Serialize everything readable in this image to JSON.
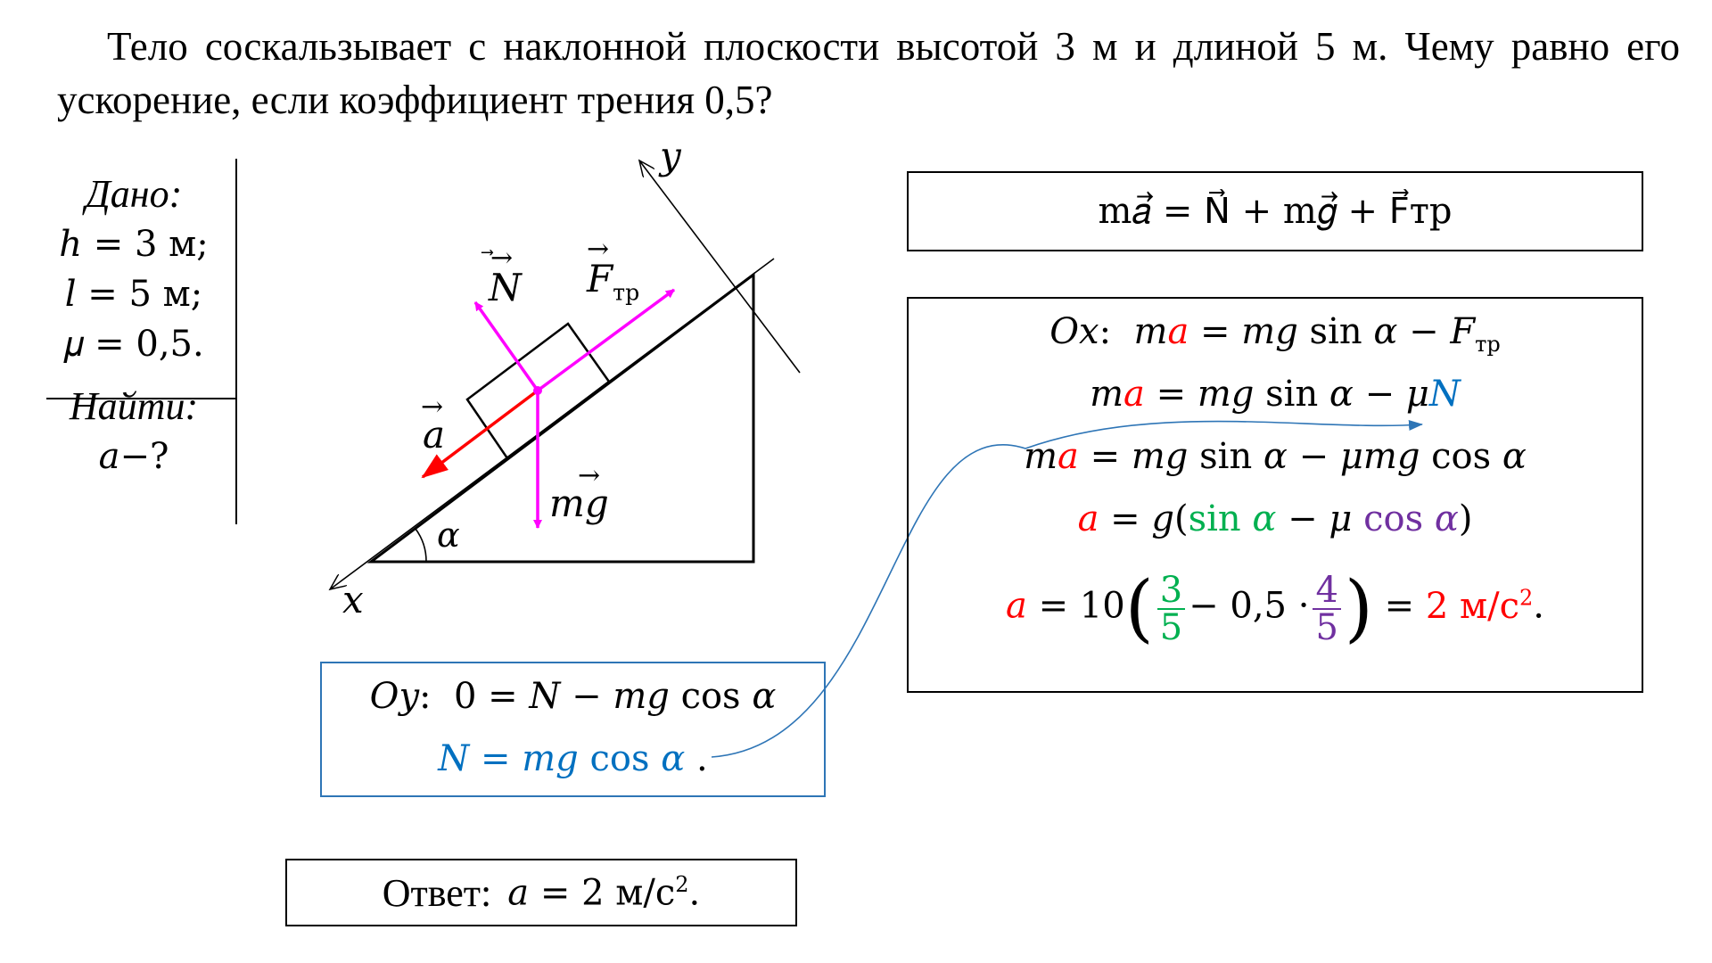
{
  "problem": {
    "text": "Тело соскальзывает с наклонной плоскости высотой 3 м и длиной 5 м. Чему равно его ускорение, если коэффициент трения 0,5?"
  },
  "given": {
    "header": "Дано:",
    "h": "ℎ = 3 м;",
    "l": "𝑙 = 5 м;",
    "mu": "𝜇 = 0,5.",
    "find_header": "Найти:",
    "find": "𝑎−?"
  },
  "diagram": {
    "axis_x": "𝑥",
    "axis_y": "𝑦",
    "angle": "𝛼",
    "label_N": "N",
    "label_F": "F",
    "label_F_sub": "тр",
    "label_a": "a",
    "label_mg": "mg"
  },
  "main_equation": {
    "text": "m𝑎⃗ = N⃗ + m𝑔⃗ + F⃗тр"
  },
  "ox_box": {
    "line1": "𝑂𝑥: 𝑚𝑎 = 𝑚𝑔 sin 𝛼 − 𝐹тр",
    "line2": "𝑚𝑎 = 𝑚𝑔 sin 𝛼 − 𝜇𝑁",
    "line3": "𝑚𝑎 = 𝑚𝑔 sin 𝛼 − 𝜇𝑚𝑔 cos 𝛼",
    "line4": "𝑎 = 𝑔(sin 𝛼 − 𝜇 cos 𝛼)",
    "line5_lhs": "𝑎 = 10",
    "frac1_num": "3",
    "frac1_den": "5",
    "mid": "− 0,5 ·",
    "frac2_num": "4",
    "frac2_den": "5",
    "result": "2 м/с",
    "result_exp": "2"
  },
  "oy_box": {
    "line1": "𝑂𝑦: 0 = 𝑁 − 𝑚𝑔 cos 𝛼",
    "line2": "𝑁 = 𝑚𝑔 cos 𝛼"
  },
  "answer": {
    "label": "Ответ:",
    "value": "𝑎 = 2 м/с",
    "exp": "2"
  },
  "colors": {
    "force": "#ff00ff",
    "accel": "#ff0000",
    "highlight_blue": "#0070c0",
    "green": "#00b050",
    "purple": "#7030a0",
    "connector": "#2e75b6"
  }
}
